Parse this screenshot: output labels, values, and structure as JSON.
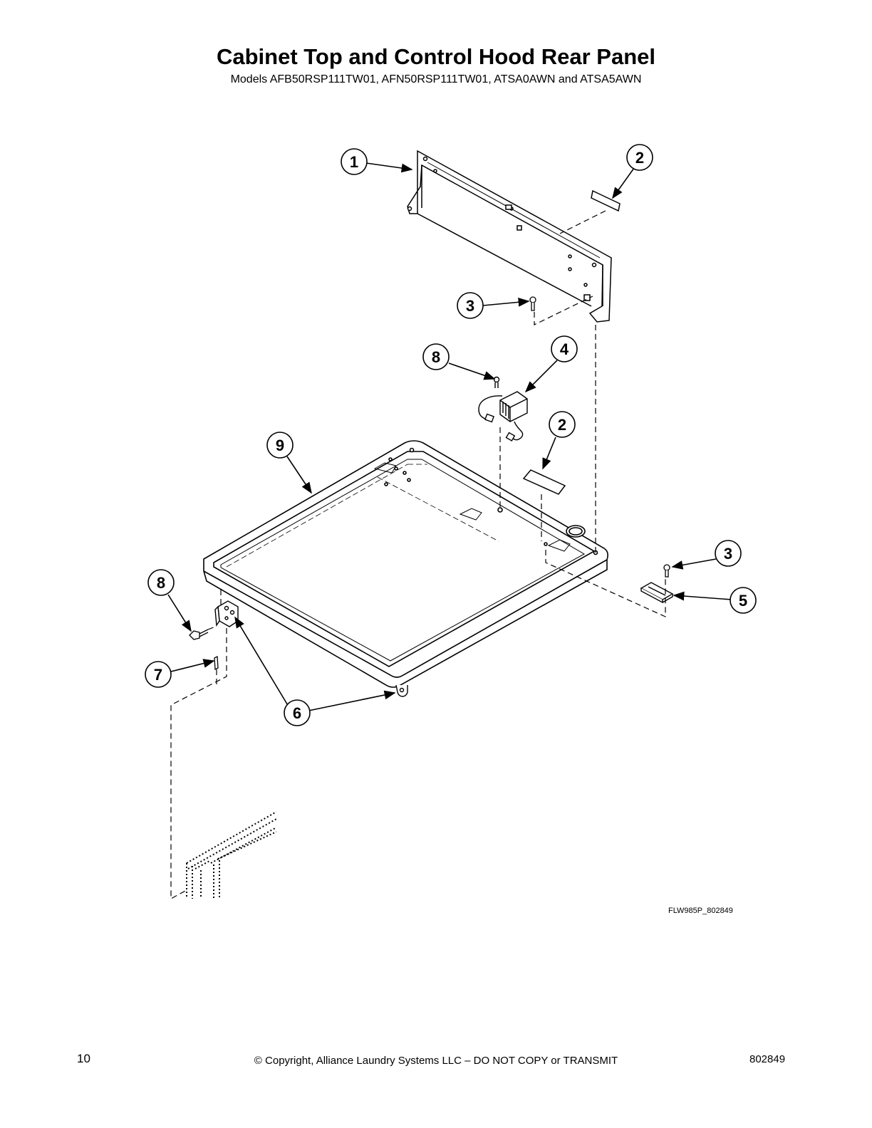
{
  "header": {
    "title": "Cabinet Top and Control Hood Rear Panel",
    "subtitle": "Models AFB50RSP111TW01, AFN50RSP111TW01, ATSA0AWN and ATSA5AWN"
  },
  "callouts": [
    "1",
    "2",
    "3",
    "8",
    "4",
    "2",
    "9",
    "3",
    "5",
    "8",
    "7",
    "6"
  ],
  "drawing_code": "FLW985P_802849",
  "footer": {
    "page_number": "10",
    "copyright": "© Copyright, Alliance Laundry Systems LLC – DO NOT COPY or TRANSMIT",
    "doc_number": "802849"
  }
}
